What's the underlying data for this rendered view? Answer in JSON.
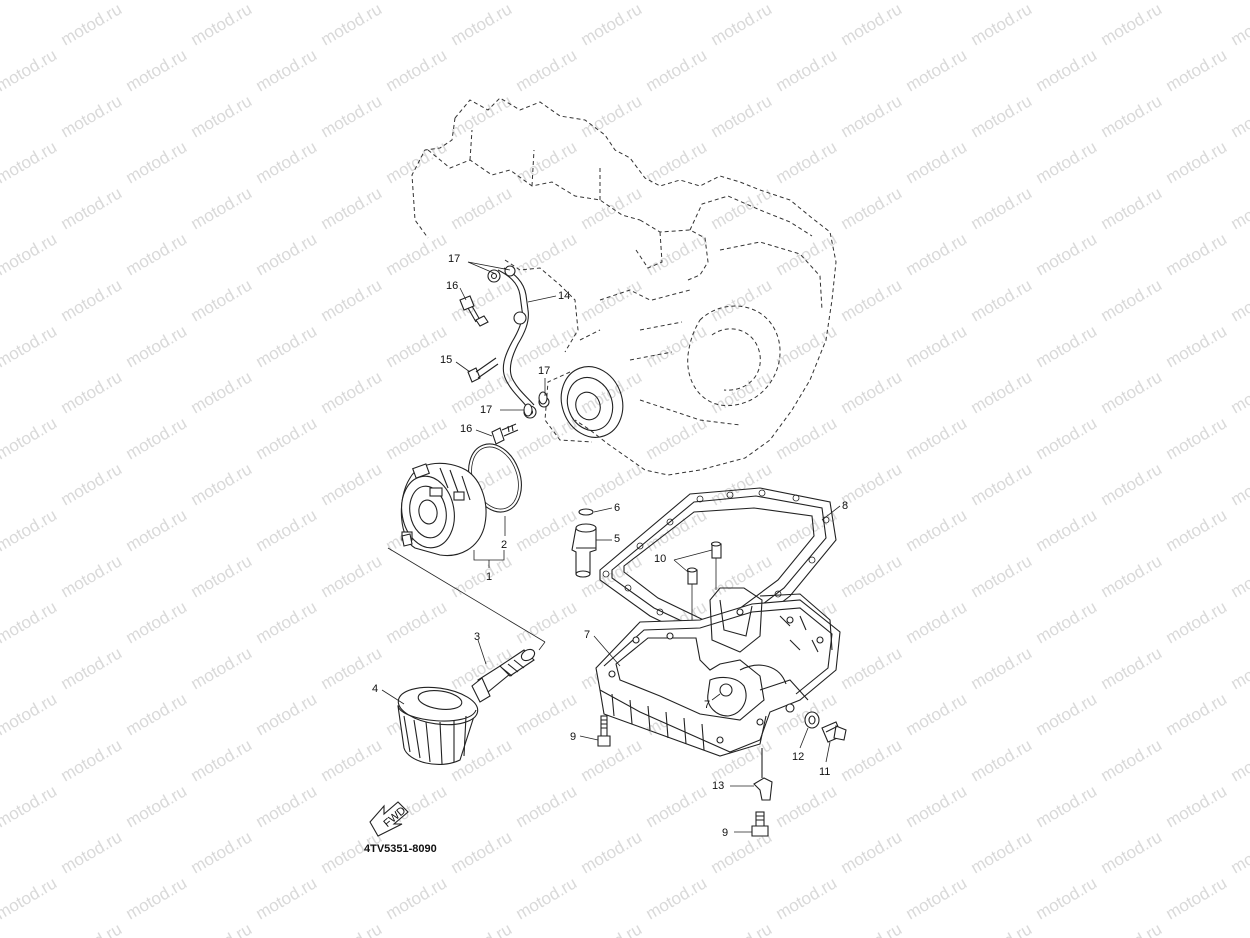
{
  "watermark": "motod.ru",
  "diagram_code": "4TV5351-8090",
  "fwd_label": "FWD",
  "callouts": {
    "c1": "1",
    "c2": "2",
    "c3": "3",
    "c4": "4",
    "c5": "5",
    "c6": "6",
    "c7a": "7",
    "c7b": "7",
    "c8": "8",
    "c9a": "9",
    "c9b": "9",
    "c10": "10",
    "c11": "11",
    "c12": "12",
    "c13": "13",
    "c14": "14",
    "c15": "15",
    "c16a": "16",
    "c16b": "16",
    "c17a": "17",
    "c17b": "17",
    "c17c": "17"
  },
  "colors": {
    "line": "#222222",
    "watermark": "#d9d9d9",
    "background": "#ffffff"
  }
}
